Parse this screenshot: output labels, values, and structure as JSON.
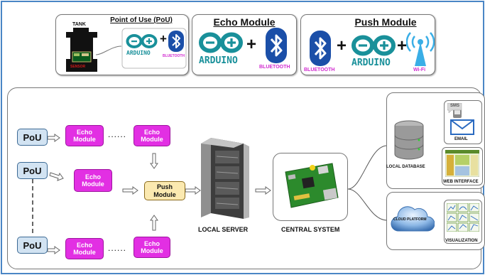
{
  "top": {
    "pou_panel": {
      "title": "Point of Use (PoU)",
      "tank_label": "TANK",
      "sensor_label": "SENSOR",
      "arduino_label": "ARDUINO",
      "bluetooth_label": "BLUETOOTH",
      "plus": "+"
    },
    "echo_panel": {
      "title": "Echo Module",
      "arduino_label": "ARDUINO",
      "bluetooth_label": "BLUETOOTH",
      "plus": "+"
    },
    "push_panel": {
      "title": "Push Module",
      "bluetooth_label": "BLUETOOTH",
      "arduino_label": "ARDUINO",
      "wifi_label": "Wi-Fi",
      "plus": "+"
    }
  },
  "diagram": {
    "pou_labels": [
      "PoU",
      "PoU",
      "PoU"
    ],
    "echo_labels": [
      "Echo\nModule",
      "Echo\nModule",
      "Echo\nModule",
      "Echo\nModule",
      "Echo\nModule"
    ],
    "push_label": "Push\nModule",
    "dots": "......",
    "local_server_label": "LOCAL SERVER",
    "central_system_label": "CENTRAL SYSTEM",
    "local_database_label": "LOCAL DATABASE",
    "email_label": "EMAIL",
    "sms_label": "SMS",
    "web_interface_label": "WEB INTERFACE",
    "cloud_platform_label": "CLOUD PLATFORM",
    "visualization_label": "VISUALIZATION"
  },
  "colors": {
    "frame": "#4a86c5",
    "echo_module": "#e22fe3",
    "pou": "#d2e3f2",
    "push_module": "#fbe9b0",
    "arduino": "#19909a",
    "bluetooth": "#1b4fa8",
    "bluetooth_text": "#d12bd0"
  }
}
